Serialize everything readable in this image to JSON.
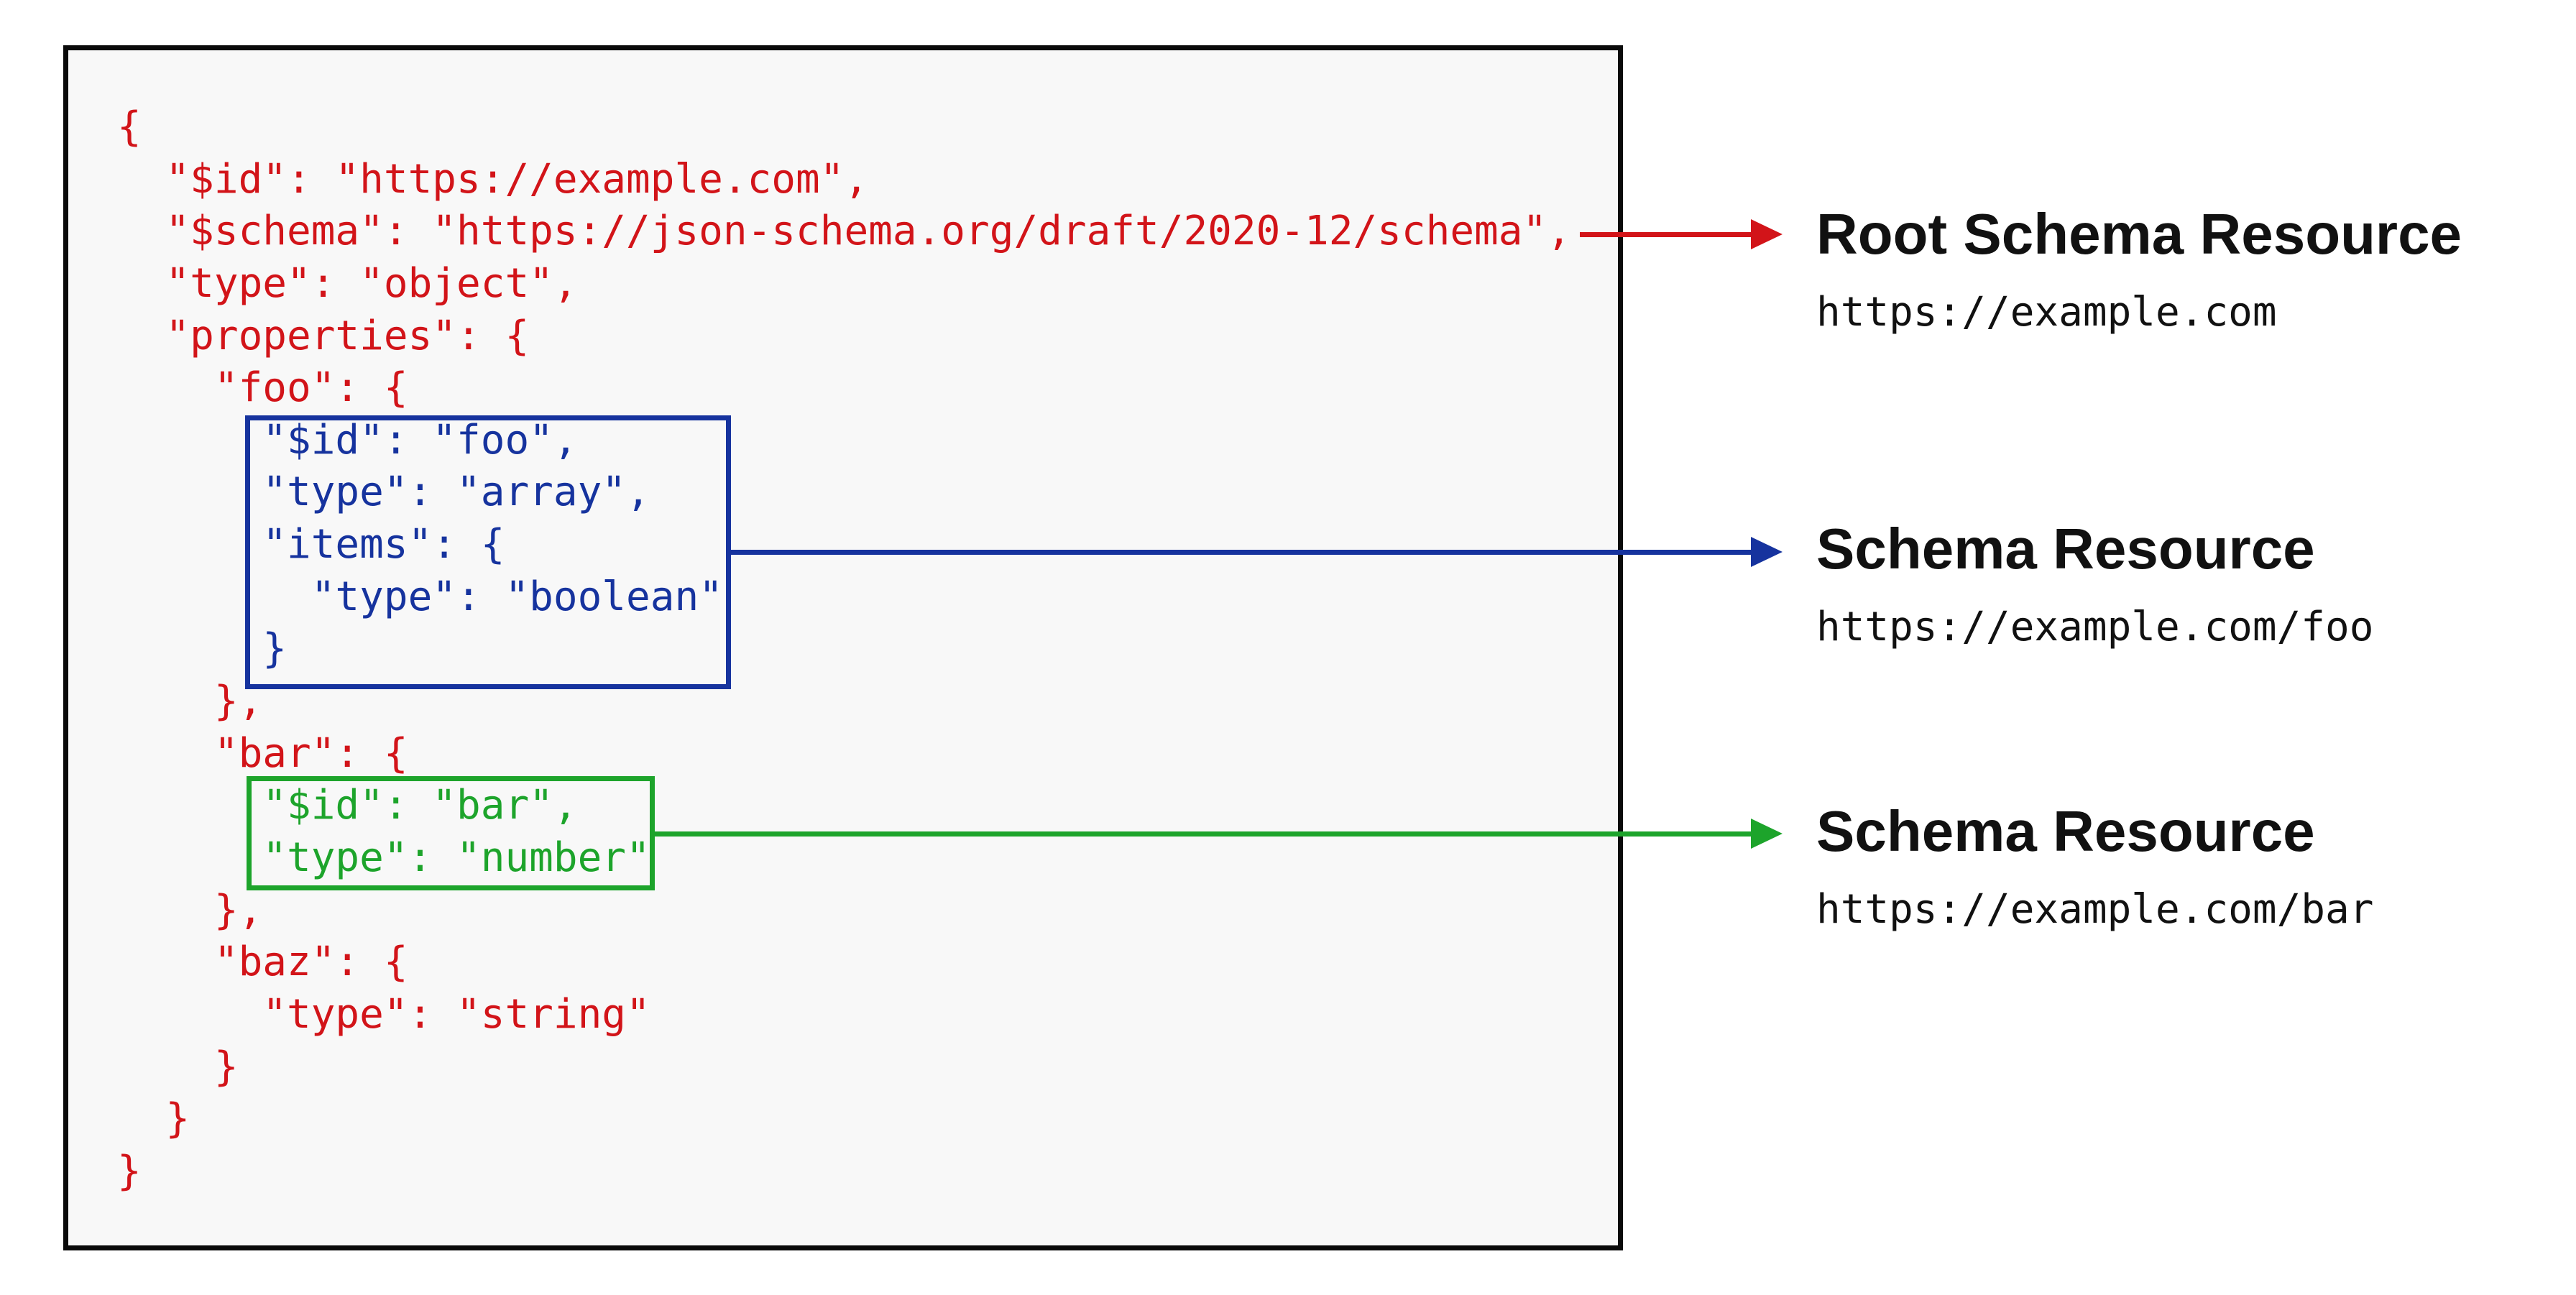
{
  "diagram": {
    "subject": "JSON Schema resources diagram",
    "colors": {
      "code_default": "#d21419",
      "foo_resource": "#16339e",
      "bar_resource": "#1da42b",
      "panel_background": "#f8f8f8",
      "panel_border": "#0a0a0a",
      "annotation_text": "#111111"
    }
  },
  "code": {
    "lines": [
      {
        "t": "{",
        "c": "red"
      },
      {
        "t": "  \"$id\": \"https://example.com\",",
        "c": "red"
      },
      {
        "t": "  \"$schema\": \"https://json-schema.org/draft/2020-12/schema\",",
        "c": "red"
      },
      {
        "t": "  \"type\": \"object\",",
        "c": "red"
      },
      {
        "t": "  \"properties\": {",
        "c": "red"
      },
      {
        "t": "    \"foo\": {",
        "c": "red"
      },
      {
        "t": "      \"$id\": \"foo\",",
        "c": "blue"
      },
      {
        "t": "      \"type\": \"array\",",
        "c": "blue"
      },
      {
        "t": "      \"items\": {",
        "c": "blue"
      },
      {
        "t": "        \"type\": \"boolean\"",
        "c": "blue"
      },
      {
        "t": "      }",
        "c": "blue"
      },
      {
        "t": "    },",
        "c": "red"
      },
      {
        "t": "    \"bar\": {",
        "c": "red"
      },
      {
        "t": "      \"$id\": \"bar\",",
        "c": "green"
      },
      {
        "t": "      \"type\": \"number\"",
        "c": "green"
      },
      {
        "t": "    },",
        "c": "red"
      },
      {
        "t": "    \"baz\": {",
        "c": "red"
      },
      {
        "t": "      \"type\": \"string\"",
        "c": "red"
      },
      {
        "t": "    }",
        "c": "red"
      },
      {
        "t": "  }",
        "c": "red"
      },
      {
        "t": "}",
        "c": "red"
      }
    ]
  },
  "annotations": [
    {
      "title": "Root Schema Resource",
      "url": "https://example.com"
    },
    {
      "title": "Schema Resource",
      "url": "https://example.com/foo"
    },
    {
      "title": "Schema Resource",
      "url": "https://example.com/bar"
    }
  ]
}
